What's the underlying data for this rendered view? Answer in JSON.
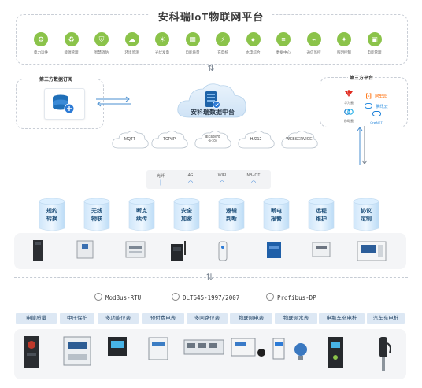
{
  "platform": {
    "title": "安科瑞IoT物联网平台",
    "apps": [
      {
        "label": "电力运维",
        "icon": "user-gear-icon",
        "color": "#8bc34a"
      },
      {
        "label": "能源管理",
        "icon": "recycle-icon",
        "color": "#8bc34a"
      },
      {
        "label": "智慧消防",
        "icon": "shield-icon",
        "color": "#8bc34a"
      },
      {
        "label": "环境监测",
        "icon": "cloud-icon",
        "color": "#8bc34a"
      },
      {
        "label": "光伏发电",
        "icon": "solar-icon",
        "color": "#8bc34a"
      },
      {
        "label": "电能质量",
        "icon": "meter-icon",
        "color": "#8bc34a"
      },
      {
        "label": "充电桩",
        "icon": "charger-icon",
        "color": "#8bc34a"
      },
      {
        "label": "水电综合",
        "icon": "water-drop-icon",
        "color": "#8bc34a"
      },
      {
        "label": "数据中心",
        "icon": "database-icon",
        "color": "#8bc34a"
      },
      {
        "label": "通信监控",
        "icon": "antenna-icon",
        "color": "#8bc34a"
      },
      {
        "label": "照明控制",
        "icon": "bulb-icon",
        "color": "#8bc34a"
      },
      {
        "label": "电能管理",
        "icon": "panel-icon",
        "color": "#8bc34a"
      }
    ]
  },
  "left_box": {
    "title": "第三方数据订阅"
  },
  "center": {
    "label": "安科瑞数据中台"
  },
  "right_box": {
    "title": "第三方平台",
    "logos": [
      "华为云",
      "阿里云",
      "腾讯云",
      "移动云",
      "OneNET"
    ]
  },
  "protocols_cloud": [
    "MQTT",
    "TCP/IP",
    "IEC60870\n-5-104",
    "HJ212",
    "WEBSERVICE"
  ],
  "comm": [
    "光纤",
    "4G",
    "WIFI",
    "NB-IOT"
  ],
  "functions": [
    "规约\n转换",
    "无线\n物联",
    "断点\n续传",
    "安全\n加密",
    "逻辑\n判断",
    "断电\n报警",
    "远程\n维护",
    "协议\n定制"
  ],
  "field_protocols": [
    "ModBus-RTU",
    "DLT645-1997/2007",
    "Profibus-DP"
  ],
  "categories": [
    "电能质量",
    "中压保护",
    "多功能仪表",
    "预付费电表",
    "多回路仪表",
    "物联网电表",
    "物联网水表",
    "电瓶车充电桩",
    "汽车充电桩"
  ],
  "colors": {
    "accent": "#8bc34a",
    "blue": "#2d7bd6",
    "tag_bg": "#dde8f4"
  }
}
